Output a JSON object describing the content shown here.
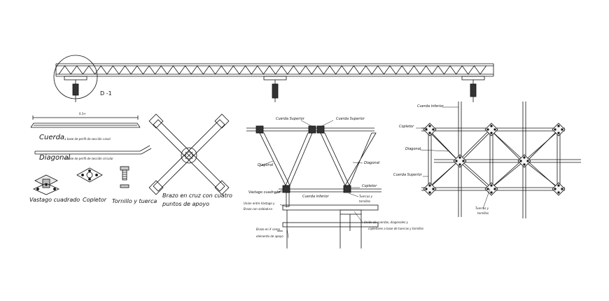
{
  "detail": {
    "label": "D -1"
  },
  "dimension": {
    "label": "0.3+"
  },
  "cuerda": {
    "title": "Cuerda",
    "desc": "a base de perfil de sección canal"
  },
  "diagonal": {
    "title": "Diagonal",
    "desc": "a base de perfil de sección circular"
  },
  "parts": {
    "vastago": "Vastago cuadrado",
    "copletor": "Copletor",
    "tornillo": "Tornillo y tuerca"
  },
  "brace": {
    "line1": "Brazo en cruz con cuatro",
    "line2": "puntos de apoyo"
  },
  "section": {
    "cuerda_superior_left": "Cuerda Superior",
    "cuerda_superior_right": "Cuerda Superior",
    "diagonal_left": "Diagonal",
    "diagonal_right": "Diagonal",
    "vastago": "Vastago cuadrado",
    "copletor": "Copletor",
    "cuerda_inferior": "Cuerda inferior",
    "tuercas_line1": "Tuercas y",
    "tuercas_line2": "tornillos",
    "union_line1": "Union entre Vastago y",
    "union_line2": "Brazo con soldadura",
    "brazo_x_line1": "Brazo en X como",
    "brazo_x_line2": "elemento de apoyo",
    "union_cuerdas_line1": "Unión de cuerdas, diagonales y",
    "union_cuerdas_line2": "copletores a base de tuercas y tornillos"
  },
  "plan": {
    "cuerda_inferior": "Cuerda inferior",
    "copletor": "Copletor",
    "diagonal": "Diagonal",
    "cuerda_superior": "Cuerda Superior",
    "tuercas_line1": "Tuercas y",
    "tuercas_line2": "tornillos"
  }
}
